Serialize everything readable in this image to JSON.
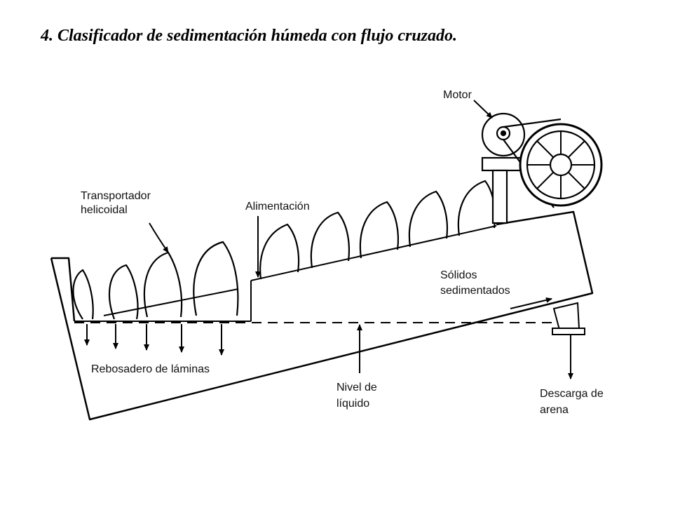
{
  "title": "4. Clasificador de sedimentación húmeda con flujo cruzado.",
  "labels": {
    "motor": "Motor",
    "transportador_line1": "Transportador",
    "transportador_line2": "helicoidal",
    "alimentacion": "Alimentación",
    "solidos_line1": "Sólidos",
    "solidos_line2": "sedimentados",
    "rebosadero": "Rebosadero de láminas",
    "nivel_line1": "Nivel de",
    "nivel_line2": "líquido",
    "descarga_line1": "Descarga de",
    "descarga_line2": "arena"
  }
}
